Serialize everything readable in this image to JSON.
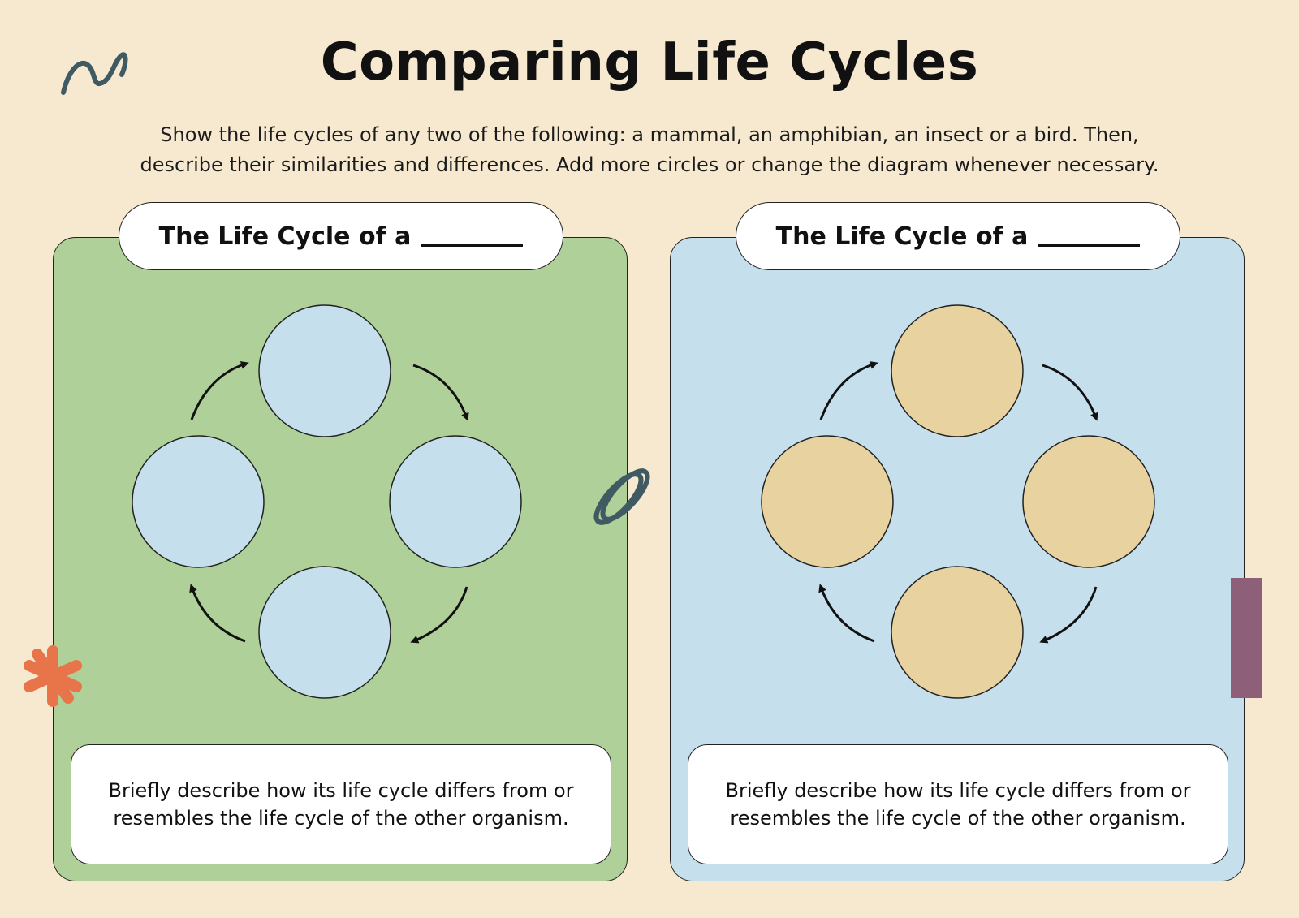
{
  "header": {
    "title": "Comparing Life Cycles",
    "instructions_line1": "Show the life cycles of any two of the following: a mammal, an amphibian, an insect or a bird. Then,",
    "instructions_line2": "describe their similarities and differences. Add more circles or change the diagram whenever necessary."
  },
  "panels": [
    {
      "title": "The Life Cycle of a",
      "description": "Briefly describe how its life cycle differs from or resembles the life cycle of the other organism.",
      "panel_color": "#afd098",
      "circle_color": "#c5e0ec"
    },
    {
      "title": "The Life Cycle of a",
      "description": "Briefly describe how its life cycle differs from or resembles the life cycle of the other organism.",
      "panel_color": "#c5e0ec",
      "circle_color": "#e8d3a0"
    }
  ],
  "decorations": {
    "squiggle_color": "#3f5a62",
    "paperclip_color": "#3f5a62",
    "starburst_color": "#e8744a",
    "tape_color": "#8e5f79"
  }
}
